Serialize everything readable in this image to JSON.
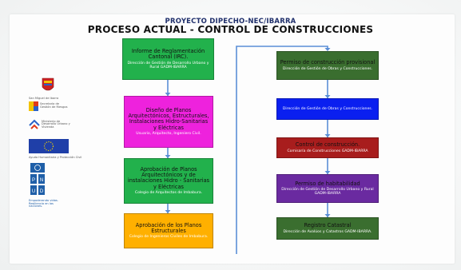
{
  "header": {
    "project": "PROYECTO DIPECHO-NEC/IBARRA",
    "title": "PROCESO ACTUAL - CONTROL DE CONSTRUCCIONES"
  },
  "colors": {
    "green": "#22b14c",
    "magenta": "#ee22dd",
    "orange": "#ffb000",
    "dark_green": "#3a6e2f",
    "blue": "#0a1ff0",
    "dark_red": "#a81d1d",
    "purple": "#6a2aa0",
    "connector": "#5b8fd6"
  },
  "left_column": [
    {
      "title": "Informe de Reglamentación Cantonal (IRC).",
      "subtitle": "Dirección de Gestión de Desarrollo Urbano y Rural GADM-IBARRA"
    },
    {
      "title": "Diseño de Planos Arquitectónicos, Estructurales, Instalaciones Hidro-Sanitarias y Eléctricas",
      "subtitle": "Usuario, Arquitecto, Ingeniero Civil."
    },
    {
      "title": "Aprobación de Planos Arquitectónicos y de instalaciones Hidro - Sanitarias y Eléctricas",
      "subtitle": "Colegio de Arquitectos de Imbabura."
    },
    {
      "title": "Aprobación de los Planos Estructurales",
      "subtitle": "Colegio de Ingenieros Civiles de Imbabura."
    }
  ],
  "right_column": [
    {
      "title": "Permiso de construcción provisional",
      "subtitle": "Dirección de Gestión de Obras y Construcciones."
    },
    {
      "title": "",
      "subtitle": "Dirección de Gestión de Obras y Construcciones."
    },
    {
      "title": "Control de construcción.",
      "subtitle": "Comisaría de Construcciones GADM-IBARRA"
    },
    {
      "title": "Permiso de habitabilidad",
      "subtitle": "Dirección de Gestión de Desarrollo Urbano y Rural GADM-IBARRA"
    },
    {
      "title": "Registro Catastral",
      "subtitle": "Dirección de Avalúos y Catastros GADM-IBARRA."
    }
  ],
  "logos": [
    {
      "icon": "ibarra-municipality-logo",
      "caption": "San Miguel de Ibarra"
    },
    {
      "icon": "secretaria-gestion-riesgos-logo",
      "caption": "Secretaría de Gestión de Riesgos"
    },
    {
      "icon": "ministerio-desarrollo-urbano-vivienda-logo",
      "caption": "Ministerio de Desarrollo Urbano y Vivienda"
    },
    {
      "icon": "european-union-humanitarian-aid-logo",
      "caption": "Ayuda Humanitaria y Protección Civil"
    },
    {
      "icon": "pnud-undp-logo",
      "caption": "Empoderando vidas. Resiliencia en las naciones."
    }
  ]
}
